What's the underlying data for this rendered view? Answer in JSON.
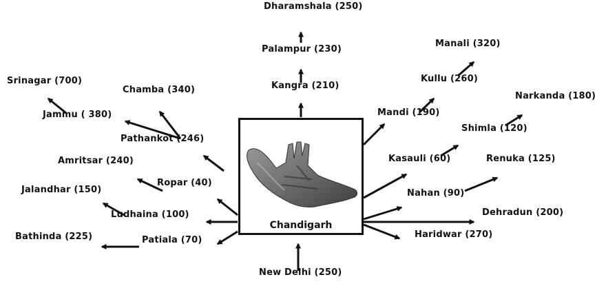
{
  "center": {
    "label": "Chandigarh",
    "icon": "open-hand-monument-icon"
  },
  "arrow_color": "#111111",
  "destinations": [
    {
      "id": "dharamshala",
      "label": "Dharamshala (250)"
    },
    {
      "id": "palampur",
      "label": "Palampur (230)"
    },
    {
      "id": "kangra",
      "label": "Kangra (210)"
    },
    {
      "id": "manali",
      "label": "Manali (320)"
    },
    {
      "id": "kullu",
      "label": "Kullu (260)"
    },
    {
      "id": "mandi",
      "label": "Mandi (190)"
    },
    {
      "id": "narkanda",
      "label": "Narkanda (180)"
    },
    {
      "id": "shimla",
      "label": "Shimla (120)"
    },
    {
      "id": "kasauli",
      "label": "Kasauli (60)"
    },
    {
      "id": "renuka",
      "label": "Renuka (125)"
    },
    {
      "id": "nahan",
      "label": "Nahan (90)"
    },
    {
      "id": "dehradun",
      "label": "Dehradun (200)"
    },
    {
      "id": "haridwar",
      "label": "Haridwar (270)"
    },
    {
      "id": "new-delhi",
      "label": "New Delhi (250)"
    },
    {
      "id": "patiala",
      "label": "Patiala (70)"
    },
    {
      "id": "bathinda",
      "label": "Bathinda (225)"
    },
    {
      "id": "ludhaina",
      "label": "Ludhaina (100)"
    },
    {
      "id": "jalandhar",
      "label": "Jalandhar (150)"
    },
    {
      "id": "ropar",
      "label": "Ropar (40)"
    },
    {
      "id": "amritsar",
      "label": "Amritsar (240)"
    },
    {
      "id": "pathankot",
      "label": "Pathankot (246)"
    },
    {
      "id": "chamba",
      "label": "Chamba (340)"
    },
    {
      "id": "jammu",
      "label": "Jammu ( 380)"
    },
    {
      "id": "srinagar",
      "label": "Srinagar (700)"
    }
  ]
}
